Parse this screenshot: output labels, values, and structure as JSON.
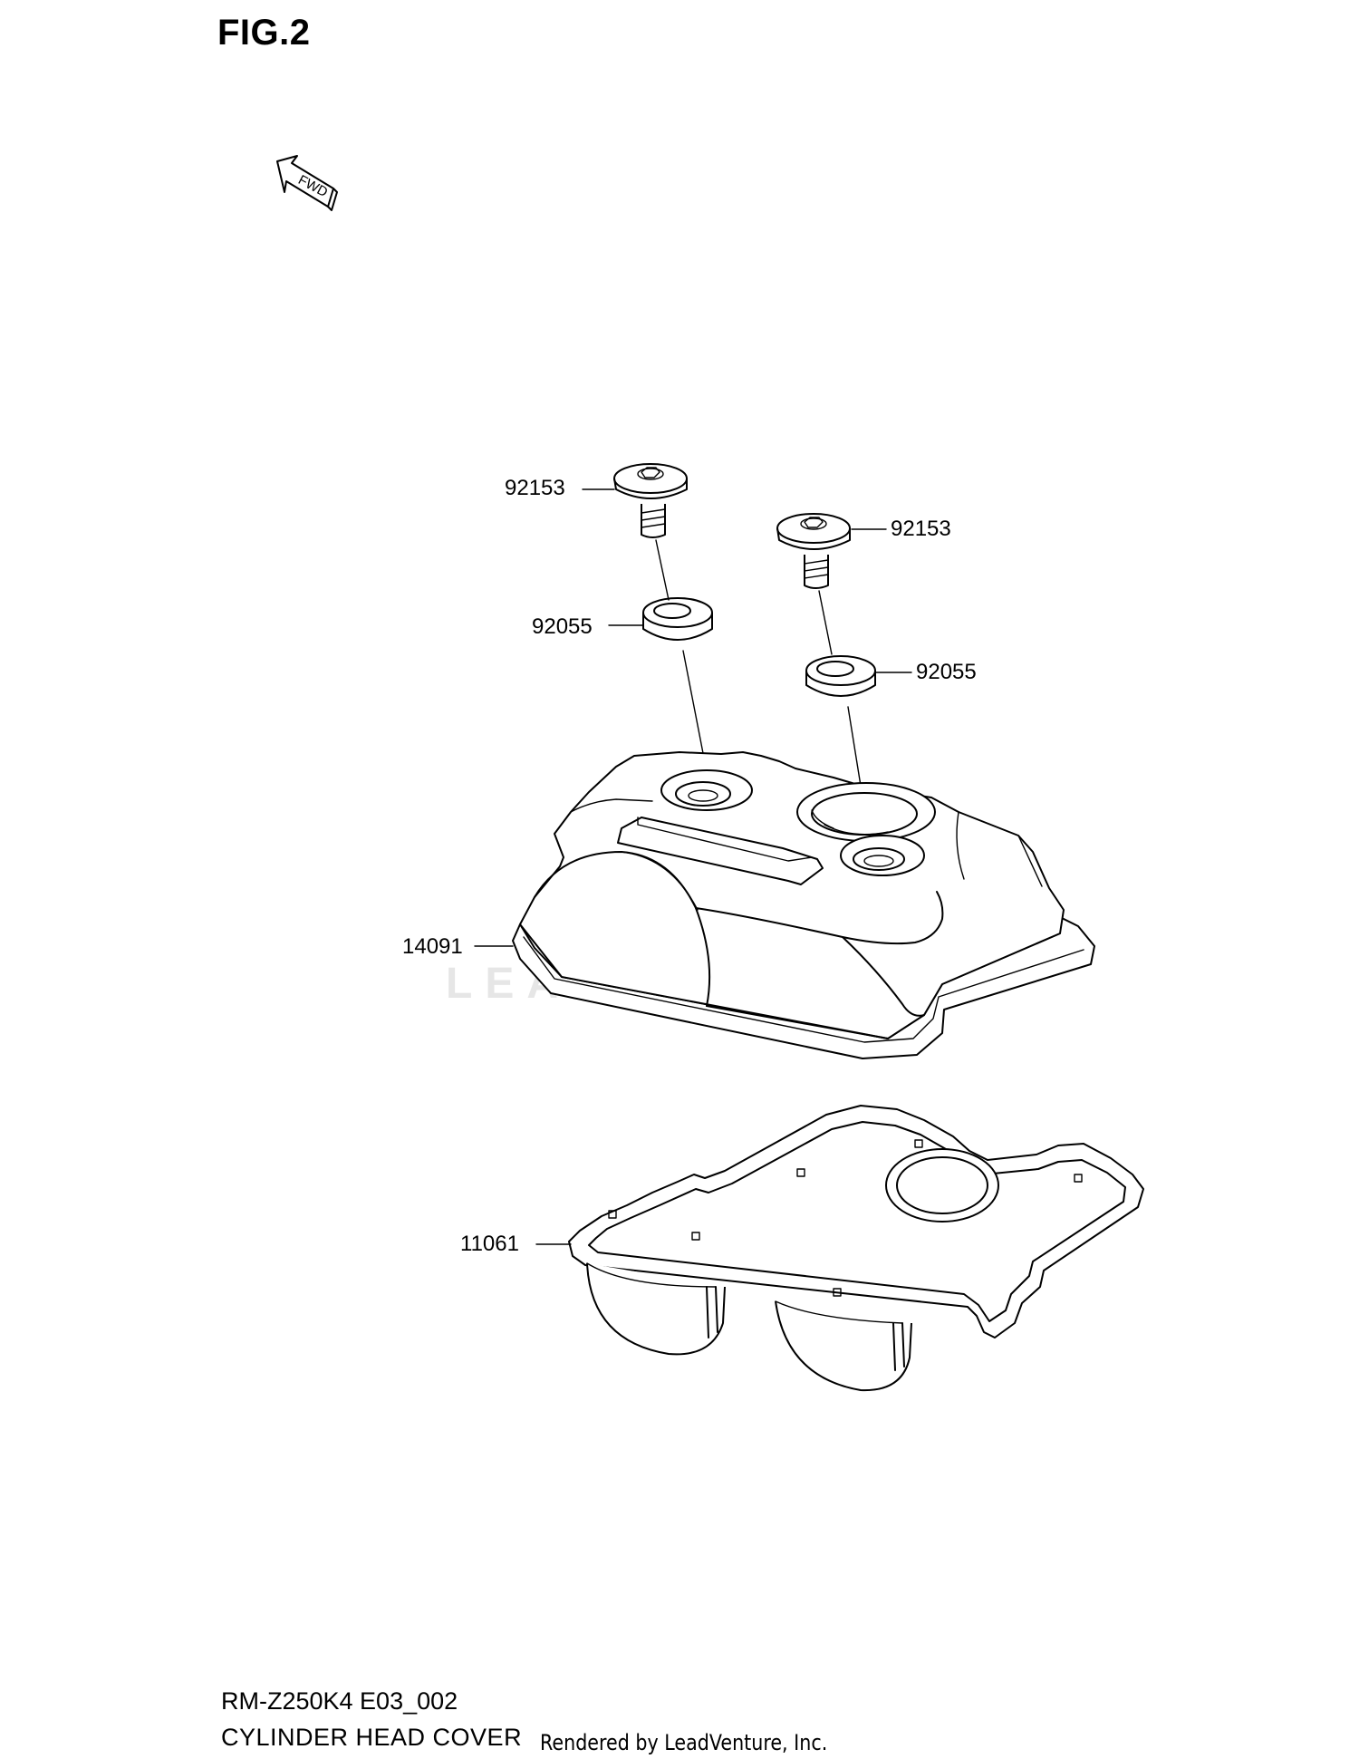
{
  "figure": {
    "title": "FIG.2",
    "fwd_label": "FWD"
  },
  "callouts": [
    {
      "id": "bolt-left",
      "part_no": "92153"
    },
    {
      "id": "bolt-right",
      "part_no": "92153"
    },
    {
      "id": "washer-left",
      "part_no": "92055"
    },
    {
      "id": "washer-right",
      "part_no": "92055"
    },
    {
      "id": "head-cover",
      "part_no": "14091"
    },
    {
      "id": "gasket",
      "part_no": "11061"
    }
  ],
  "footer": {
    "model_code": "RM-Z250K4 E03_002",
    "section_name": "CYLINDER HEAD COVER",
    "credit": "Rendered by LeadVenture, Inc."
  },
  "watermark": {
    "text": "LEADVENTURE"
  },
  "colors": {
    "line": "#000000",
    "background": "#ffffff",
    "watermark": "#c8c8c8"
  }
}
